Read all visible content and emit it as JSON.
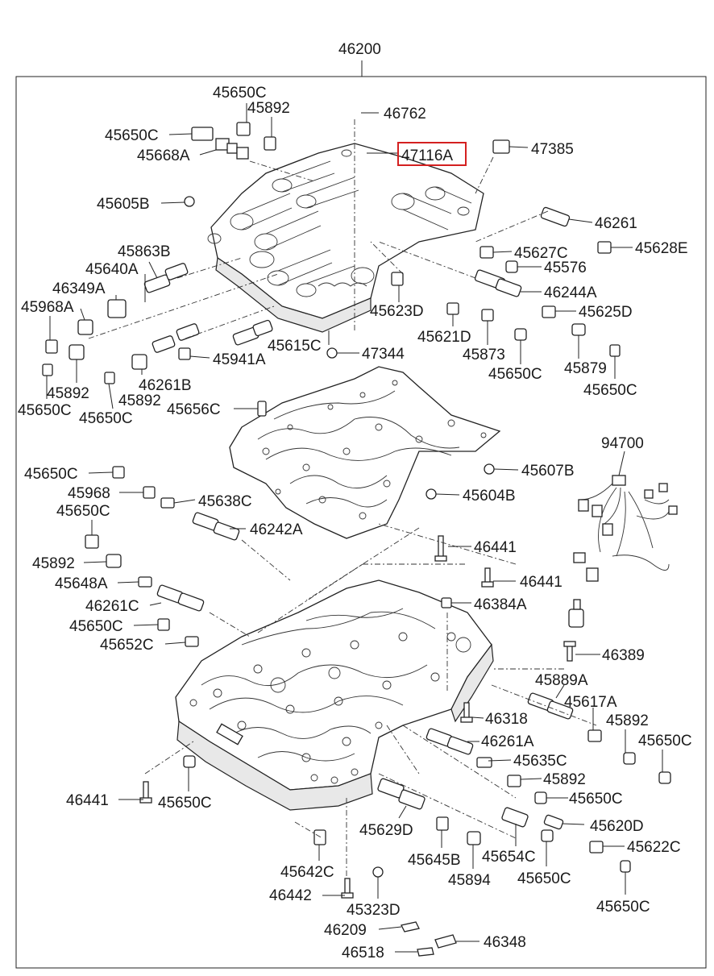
{
  "diagram": {
    "assembly_number": "46200",
    "highlighted_part": "47116A",
    "parts": [
      "46762",
      "45650C",
      "45892",
      "45650C",
      "45668A",
      "47116A",
      "47385",
      "45605B",
      "46261",
      "45628E",
      "45863B",
      "45627C",
      "45640A",
      "45576",
      "46349A",
      "46244A",
      "45623D",
      "45625D",
      "45968A",
      "45621D",
      "45615C",
      "47344",
      "45873",
      "45941A",
      "45879",
      "45650C",
      "46261B",
      "45650C",
      "45892",
      "45892",
      "45650C",
      "45650C",
      "45656C",
      "94700",
      "45650C",
      "45607B",
      "45968",
      "45638C",
      "45604B",
      "45650C",
      "46242A",
      "46441",
      "45892",
      "46441",
      "45648A",
      "46384A",
      "46261C",
      "45650C",
      "46389",
      "45652C",
      "45889A",
      "45617A",
      "45892",
      "46318",
      "45650C",
      "46261A",
      "45635C",
      "45892",
      "46441",
      "45650C",
      "45650C",
      "45629D",
      "45620D",
      "45645B",
      "45654C",
      "45622C",
      "45642C",
      "45894",
      "45650C",
      "46442",
      "45323D",
      "45650C",
      "46209",
      "46348",
      "46518"
    ],
    "colors": {
      "line": "#222222",
      "highlight": "#d42020",
      "background": "#ffffff"
    }
  }
}
